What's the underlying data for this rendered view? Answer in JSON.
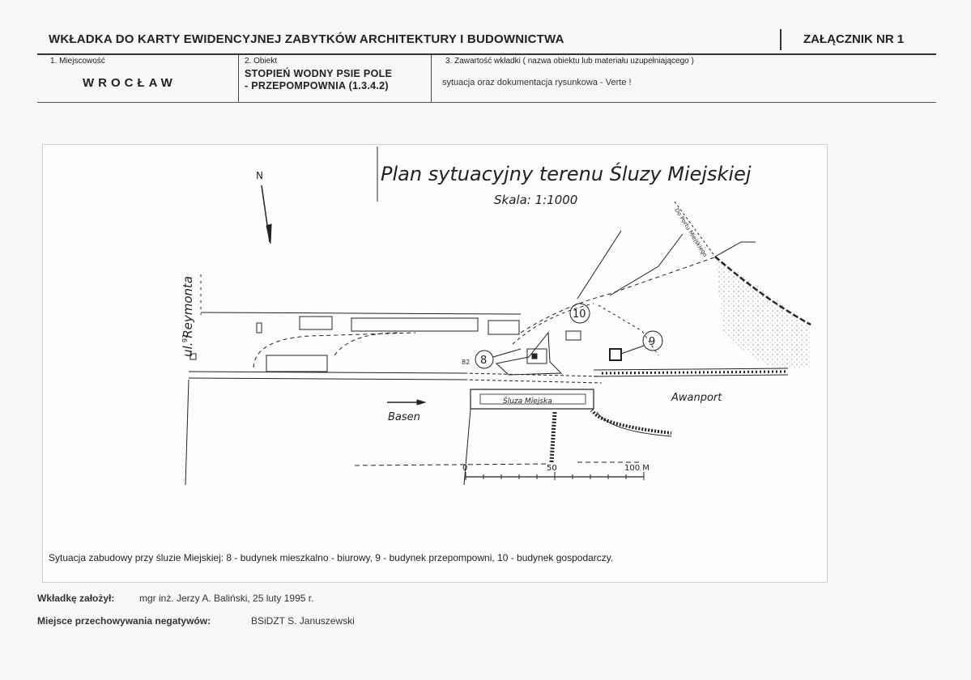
{
  "header": {
    "title": "WKŁADKA DO KARTY EWIDENCYJNEJ ZABYTKÓW ARCHITEKTURY I BUDOWNICTWA",
    "annex": "ZAŁĄCZNIK NR 1"
  },
  "fields": {
    "locality": {
      "label": "1. Miejscowość",
      "value": "WROCŁAW"
    },
    "object": {
      "label": "2. Obiekt",
      "line1": "STOPIEŃ WODNY PSIE POLE",
      "line2": "- PRZEPOMPOWNIA (1.3.4.2)"
    },
    "content": {
      "label": "3. Zawartość wkładki ( nazwa obiektu lub materiału uzupełniającego )",
      "value": "sytuacja oraz dokumentacja rysunkowa - Verte !"
    }
  },
  "plan": {
    "title": "Plan sytuacyjny terenu Śluzy Miejskiej",
    "scale": "Skala: 1:1000",
    "north": "N",
    "street": "ul. Reymonta",
    "road": "Do Portu Miejskiego",
    "lock_label": "Śluza Miejska",
    "basin": "Basen",
    "avanport": "Awanport",
    "building_8": "8",
    "building_9": "9",
    "building_10": "10",
    "scale_0": "0",
    "scale_50": "50",
    "scale_100": "100 M",
    "caption": "Sytuacja zabudowy przy śluzie Miejskiej: 8 - budynek mieszkalno - biurowy, 9 - budynek przepompowni, 10 - budynek gospodarczy."
  },
  "footer": {
    "founder_label": "Wkładkę założył:",
    "founder_value": "mgr inż. Jerzy A. Baliński,  25 luty 1995 r.",
    "storage_label": "Miejsce przechowywania negatywów:",
    "storage_value": "BSiDZT S. Januszewski"
  },
  "colors": {
    "ink": "#222222",
    "paper": "#f7f7f5"
  }
}
